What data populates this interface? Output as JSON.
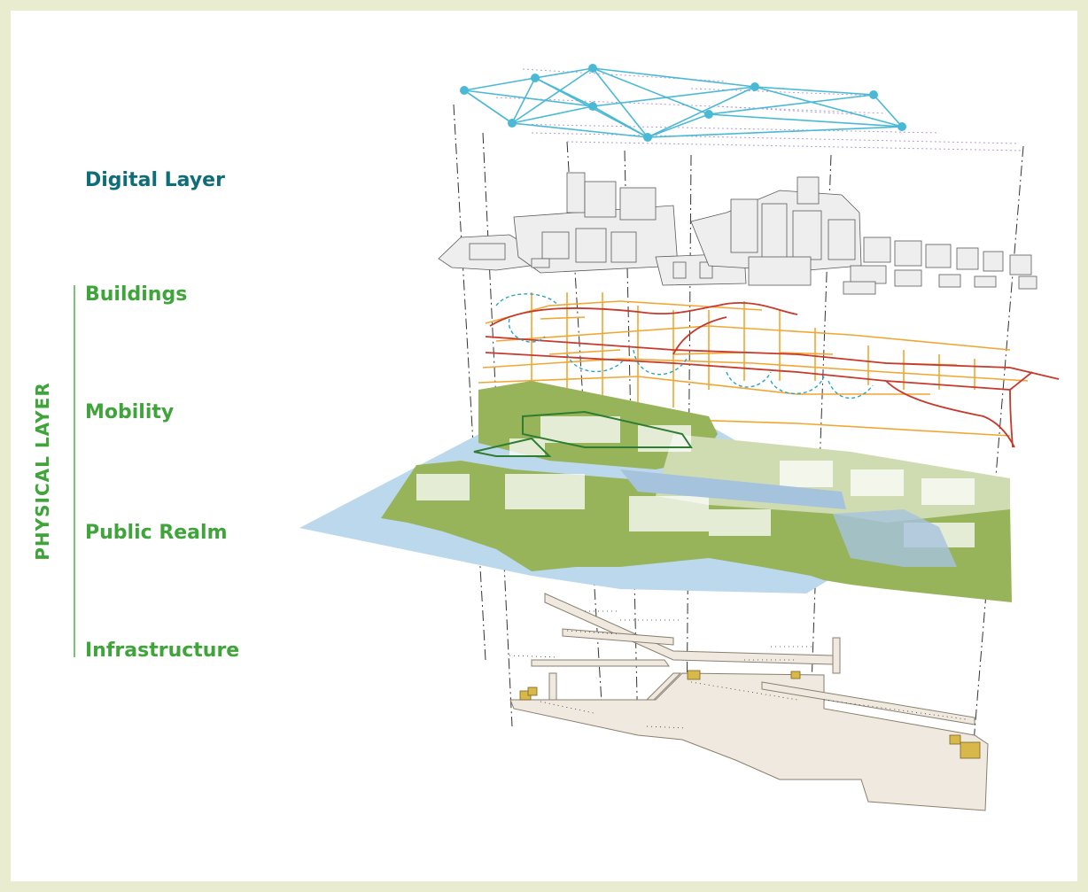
{
  "layers": {
    "digital": "Digital Layer",
    "buildings": "Buildings",
    "mobility": "Mobility",
    "public_realm": "Public Realm",
    "infrastructure": "Infrastructure"
  },
  "group_title": "PHYSICAL LAYER",
  "colors": {
    "background": "#e9eccf",
    "digital_label": "#0e6d78",
    "physical_label": "#3fa43a",
    "network": "#4ab9d6",
    "roads": "#c63a2c",
    "streets": "#f2a632",
    "water": "#bcd8ec",
    "land": "#98b45a",
    "infrastructure": "#efe9df",
    "utility": "#d8b84a"
  }
}
